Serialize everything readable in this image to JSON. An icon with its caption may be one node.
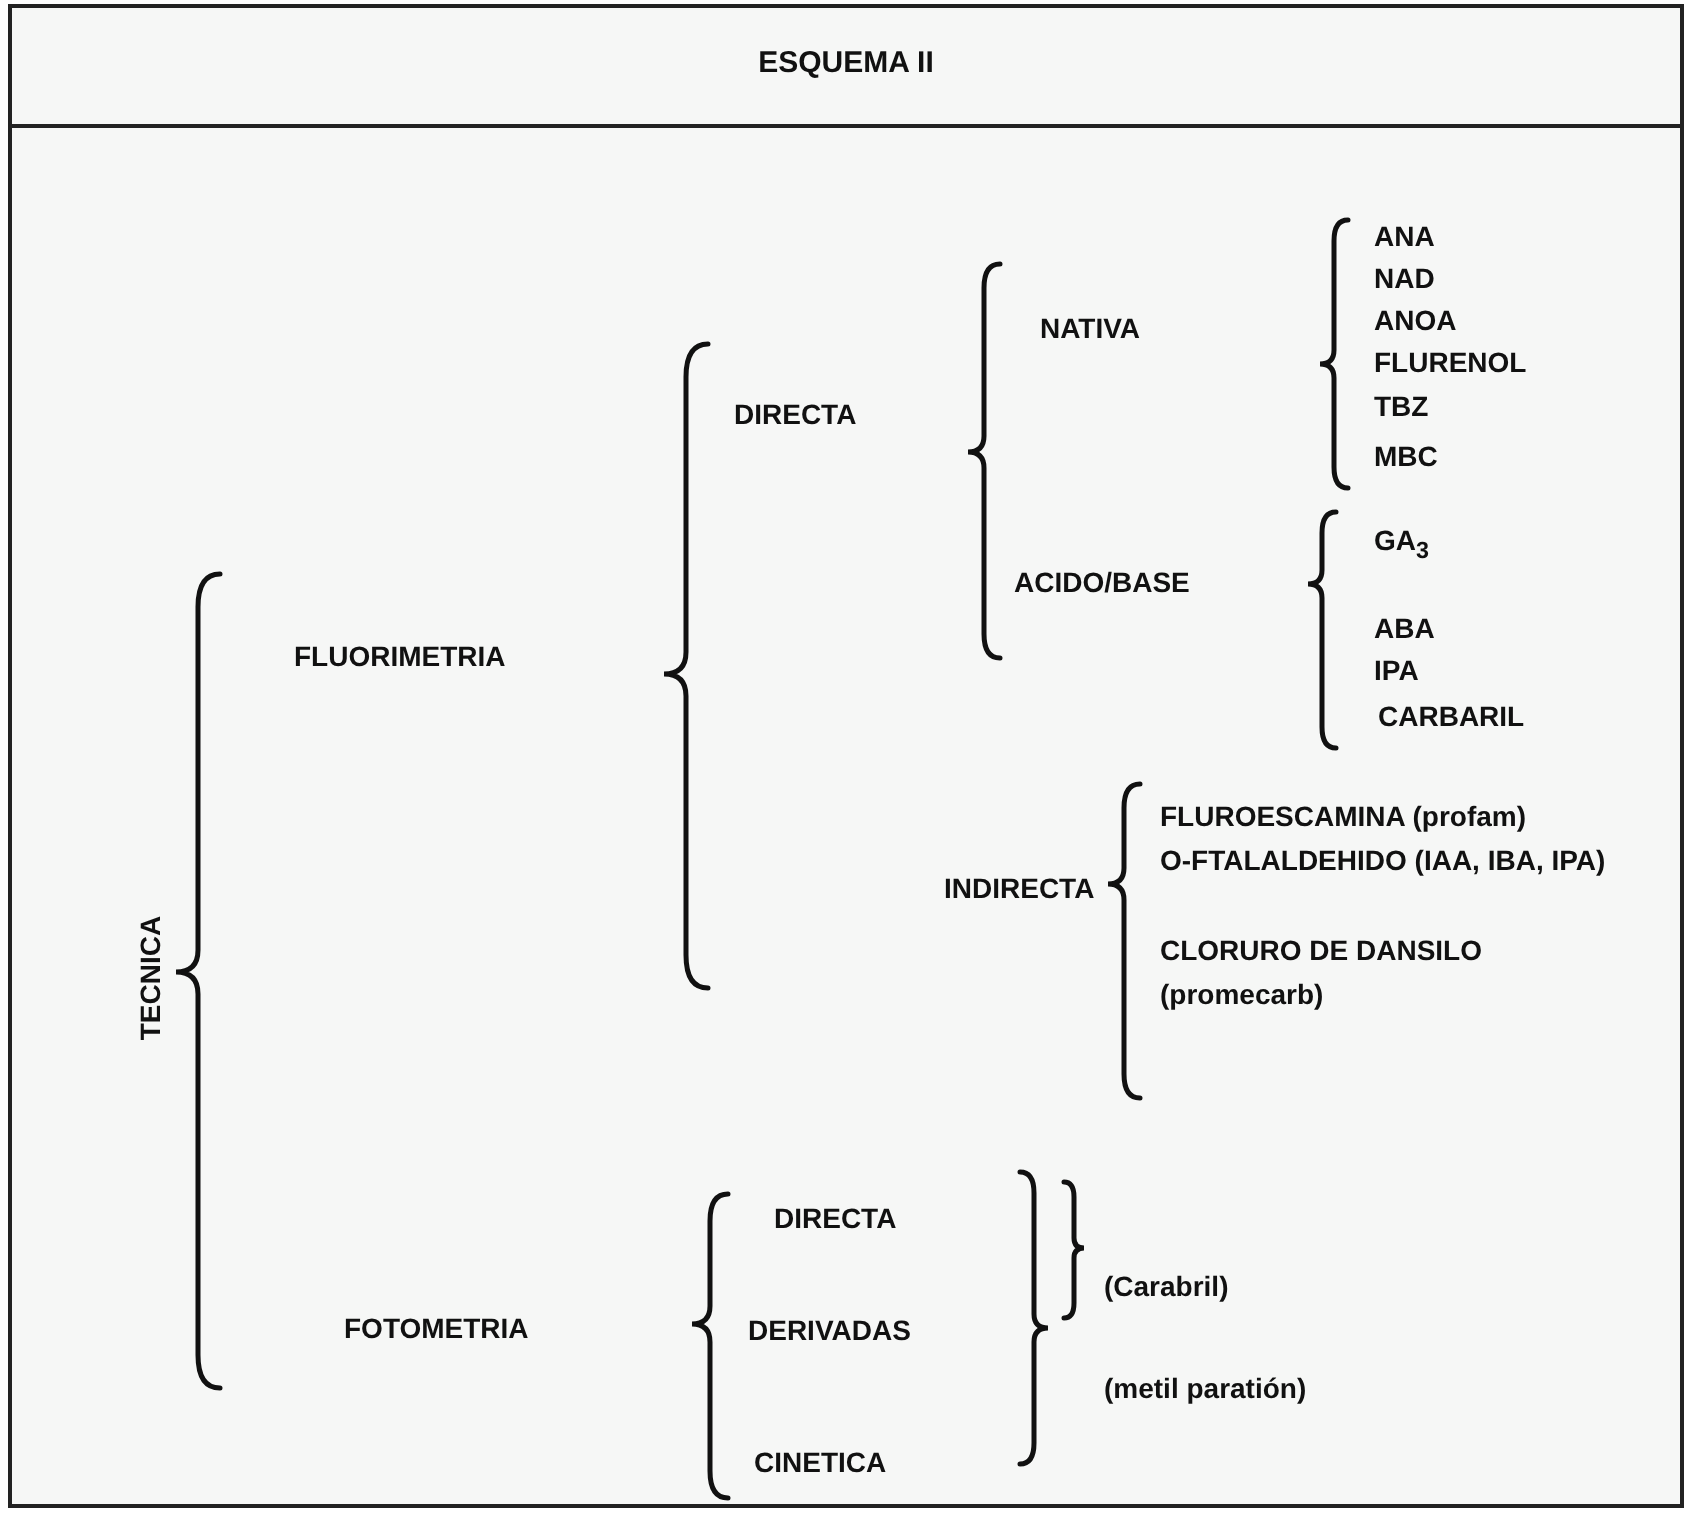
{
  "diagram": {
    "title": "ESQUEMA II",
    "labels": [
      "TECNICA",
      "FLUORIMETRIA",
      "DIRECTA",
      "NATIVA",
      "ANA",
      "NAD",
      "ANOA",
      "FLURENOL",
      "TBZ",
      "MBC",
      "ACIDO/BASE",
      "GA$_{3}$",
      "ABA",
      "IPA",
      "CARBARIL",
      "INDIRECTA",
      "FLUROESCAMINA (profam)",
      "O-FTALALDEHIDO (IAA, IBA, IPA)",
      "CLORURO DE DANSILO (promecarb)",
      "FOTOMETRIA",
      "DIRECTA",
      "DERIVADAS",
      "CINETICA",
      "(Carabril)",
      "(metil paratión)"
    ]
  }
}
